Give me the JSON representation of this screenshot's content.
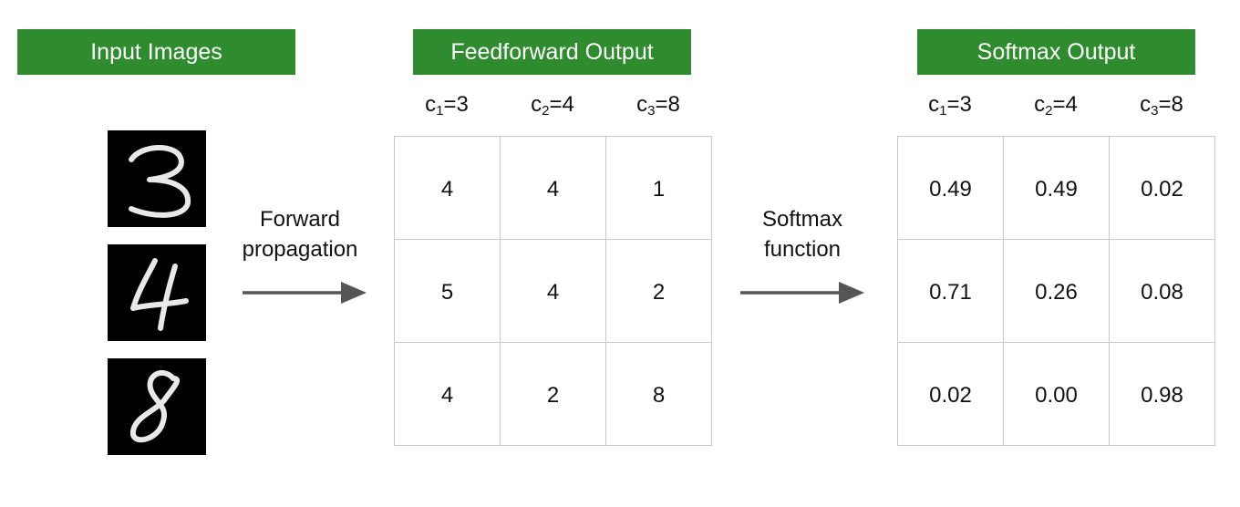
{
  "colors": {
    "header_bg": "#2e8b2e",
    "header_text": "#ffffff",
    "grid_line": "#c9c9c9",
    "arrow": "#555555"
  },
  "input": {
    "title": "Input Images",
    "images": [
      "digit-3-image",
      "digit-4-image",
      "digit-8-image"
    ]
  },
  "forward": {
    "line1": "Forward",
    "line2": "propagation"
  },
  "feedforward": {
    "title": "Feedforward Output",
    "columns": [
      {
        "base": "c",
        "sub": "1",
        "rest": "=3"
      },
      {
        "base": "c",
        "sub": "2",
        "rest": "=4"
      },
      {
        "base": "c",
        "sub": "3",
        "rest": "=8"
      }
    ],
    "rows": [
      [
        "4",
        "4",
        "1"
      ],
      [
        "5",
        "4",
        "2"
      ],
      [
        "4",
        "2",
        "8"
      ]
    ]
  },
  "softmax_arrow": {
    "line1": "Softmax",
    "line2": "function"
  },
  "softmax": {
    "title": "Softmax Output",
    "columns": [
      {
        "base": "c",
        "sub": "1",
        "rest": "=3"
      },
      {
        "base": "c",
        "sub": "2",
        "rest": "=4"
      },
      {
        "base": "c",
        "sub": "3",
        "rest": "=8"
      }
    ],
    "rows": [
      [
        "0.49",
        "0.49",
        "0.02"
      ],
      [
        "0.71",
        "0.26",
        "0.08"
      ],
      [
        "0.02",
        "0.00",
        "0.98"
      ]
    ]
  }
}
